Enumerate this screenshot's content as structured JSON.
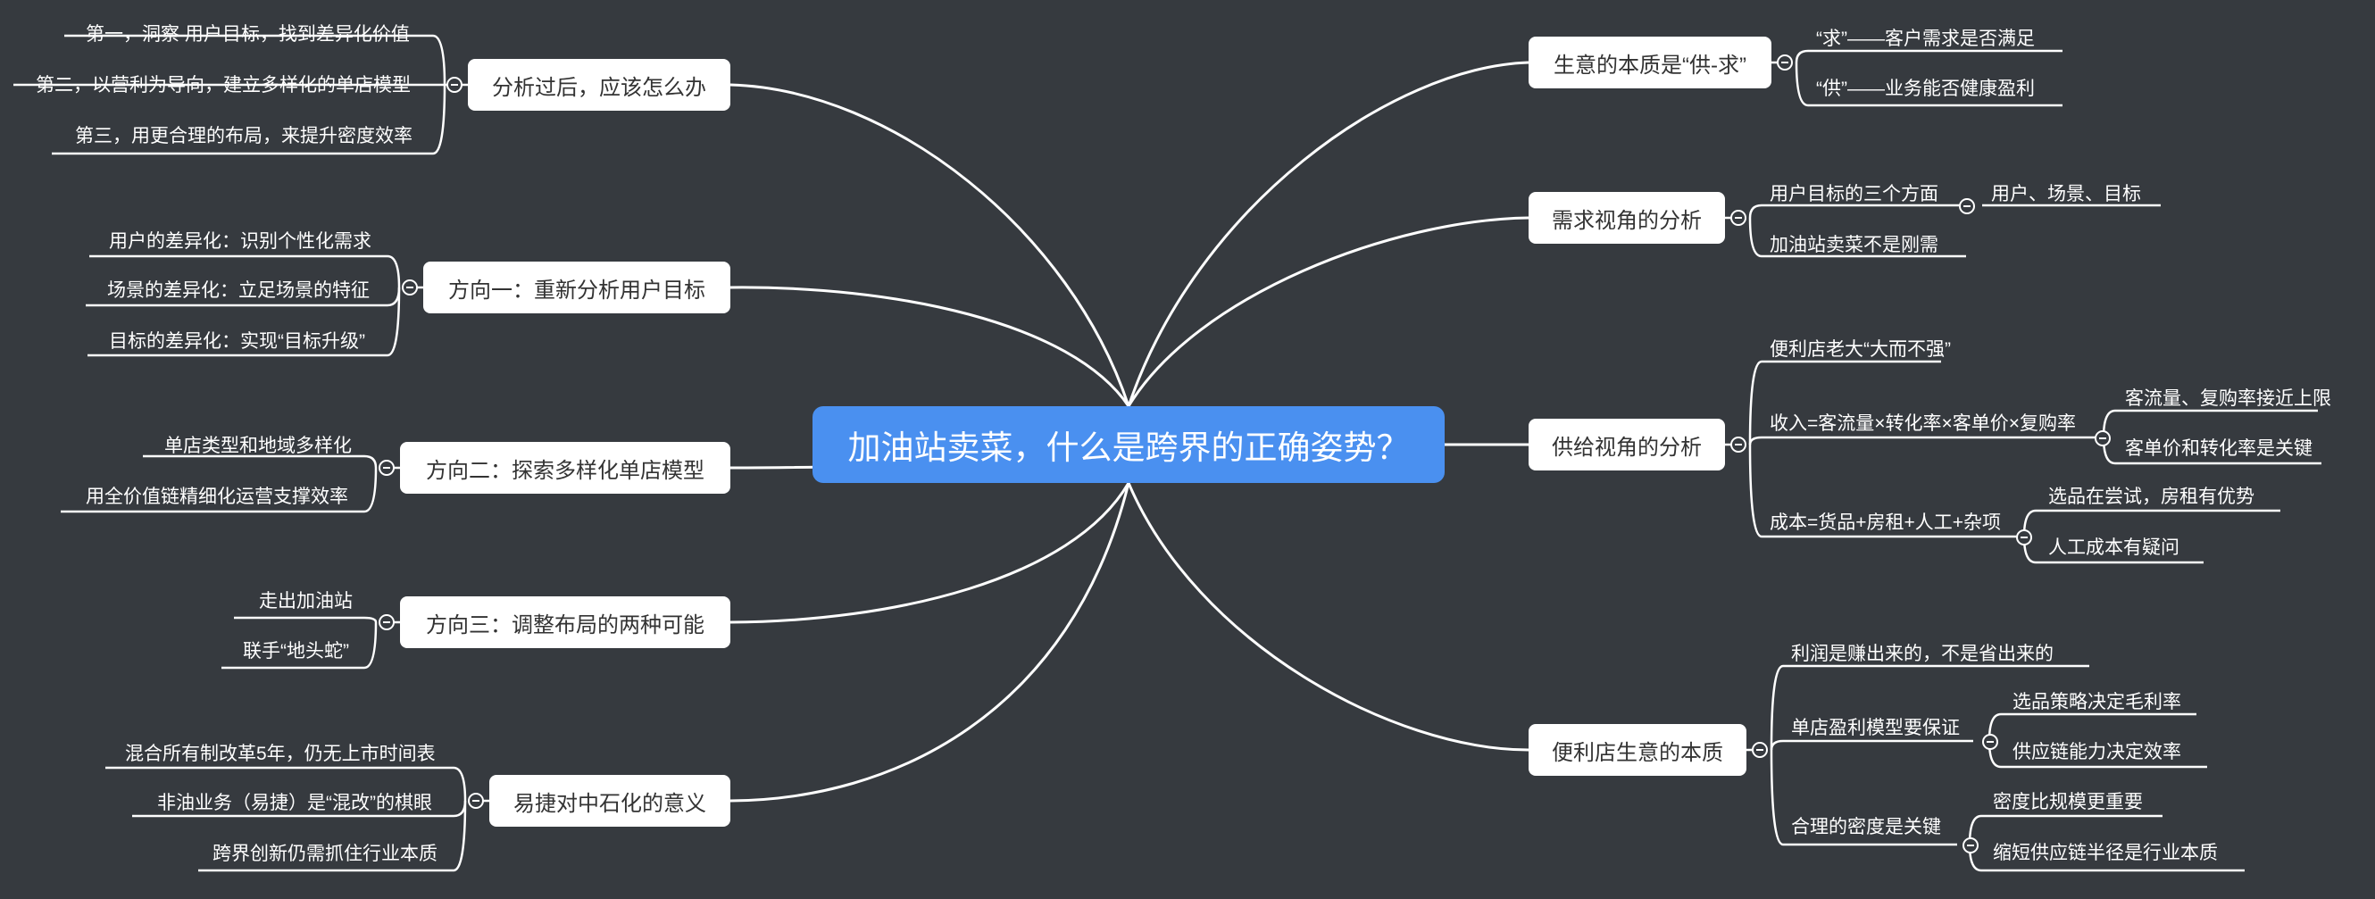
{
  "root": "加油站卖菜，什么是跨界的正确姿势？",
  "left": [
    {
      "label": "分析过后，应该怎么办",
      "children": [
        "第一，洞察 用户目标，找到差异化价值",
        "第二，以营利为导向，建立多样化的单店模型",
        "第三，用更合理的布局，来提升密度效率"
      ]
    },
    {
      "label": "方向一：重新分析用户目标",
      "children": [
        "用户的差异化：识别个性化需求",
        "场景的差异化：立足场景的特征",
        "目标的差异化：实现“目标升级”"
      ]
    },
    {
      "label": "方向二：探索多样化单店模型",
      "children": [
        "单店类型和地域多样化",
        "用全价值链精细化运营支撑效率"
      ]
    },
    {
      "label": "方向三：调整布局的两种可能",
      "children": [
        "走出加油站",
        "联手“地头蛇”"
      ]
    },
    {
      "label": "易捷对中石化的意义",
      "children": [
        "混合所有制改革5年，仍无上市时间表",
        "非油业务（易捷）是“混改”的棋眼",
        "跨界创新仍需抓住行业本质"
      ]
    }
  ],
  "right": [
    {
      "label": "生意的本质是“供-求”",
      "children": [
        {
          "label": "“求”——客户需求是否满足"
        },
        {
          "label": "“供”——业务能否健康盈利"
        }
      ]
    },
    {
      "label": "需求视角的分析",
      "children": [
        {
          "label": "用户目标的三个方面",
          "children": [
            "用户、场景、目标"
          ]
        },
        {
          "label": "加油站卖菜不是刚需"
        }
      ]
    },
    {
      "label": "供给视角的分析",
      "children": [
        {
          "label": "便利店老大“大而不强”"
        },
        {
          "label": "收入=客流量×转化率×客单价×复购率",
          "children": [
            "客流量、复购率接近上限",
            "客单价和转化率是关键"
          ]
        },
        {
          "label": "成本=货品+房租+人工+杂项",
          "children": [
            "选品在尝试，房租有优势",
            "人工成本有疑问"
          ]
        }
      ]
    },
    {
      "label": "便利店生意的本质",
      "children": [
        {
          "label": "利润是赚出来的，不是省出来的"
        },
        {
          "label": "单店盈利模型要保证",
          "children": [
            "选品策略决定毛利率",
            "供应链能力决定效率"
          ]
        },
        {
          "label": "合理的密度是关键",
          "children": [
            "密度比规模更重要",
            "缩短供应链半径是行业本质"
          ]
        }
      ]
    }
  ]
}
